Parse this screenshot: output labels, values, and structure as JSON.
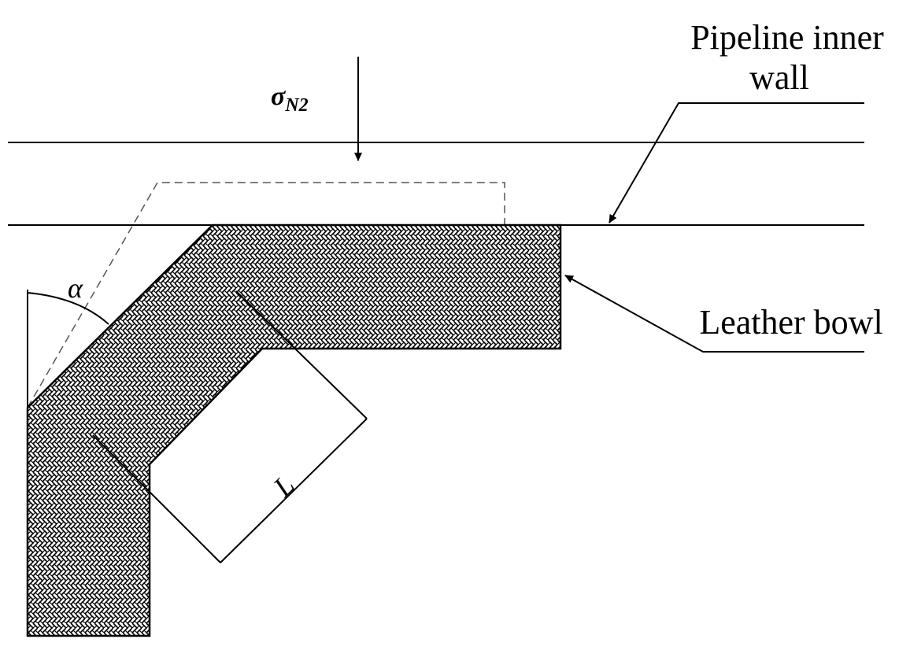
{
  "labels": {
    "pipeline_line1": "Pipeline inner",
    "pipeline_line2": "wall",
    "leather_bowl": "Leather bowl",
    "stress_symbol": "σ",
    "stress_subscript": "N2",
    "angle_symbol": "α",
    "length_symbol": "L"
  },
  "colors": {
    "line": "#000000",
    "background": "#ffffff",
    "hatch": "#000000"
  }
}
